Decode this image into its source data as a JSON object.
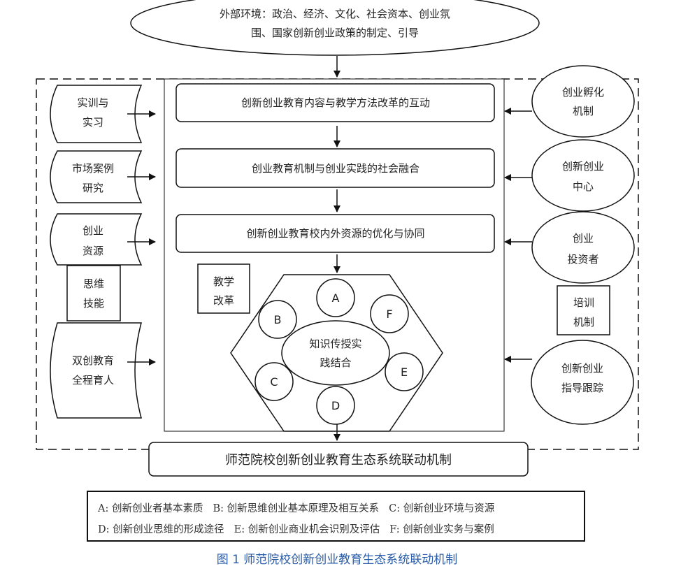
{
  "environment": {
    "line1": "外部环境：政治、经济、文化、社会资本、创业氛",
    "line2": "围、国家创新创业政策的制定、引导"
  },
  "stages": [
    "创新创业教育内容与教学方法改革的互动",
    "创业教育机制与创业实践的社会融合",
    "创新创业教育校内外资源的优化与协同"
  ],
  "left_inputs": [
    {
      "line1": "实训与",
      "line2": "实习"
    },
    {
      "line1": "市场案例",
      "line2": "研究"
    },
    {
      "line1": "创业",
      "line2": "资源"
    },
    {
      "line1": "双创教育",
      "line2": "全程育人"
    }
  ],
  "left_box": {
    "line1": "思维",
    "line2": "技能"
  },
  "right_inputs": [
    {
      "line1": "创业孵化",
      "line2": "机制"
    },
    {
      "line1": "创新创业",
      "line2": "中心"
    },
    {
      "line1": "创业",
      "line2": "投资者"
    },
    {
      "line1": "创新创业",
      "line2": "指导跟踪"
    }
  ],
  "right_box": {
    "line1": "培训",
    "line2": "机制"
  },
  "teaching_box": {
    "line1": "教学",
    "line2": "改革"
  },
  "core": {
    "line1": "知识传授实",
    "line2": "践结合"
  },
  "hub_nodes": {
    "a": "A",
    "b": "B",
    "c": "C",
    "d": "D",
    "e": "E",
    "f": "F"
  },
  "mechanism": "师范院校创新创业教育生态系统联动机制",
  "legend": {
    "a": "A:  创新创业者基本素质",
    "b": "B:  创新思维创业基本原理及相互关系",
    "c": "C:  创新创业环境与资源",
    "d": "D:  创新创业思维的形成途径",
    "e": "E:  创新创业商业机会识别及评估",
    "f": "F:  创新创业实务与案例"
  },
  "caption": "图 1 师范院校创新创业教育生态系统联动机制"
}
